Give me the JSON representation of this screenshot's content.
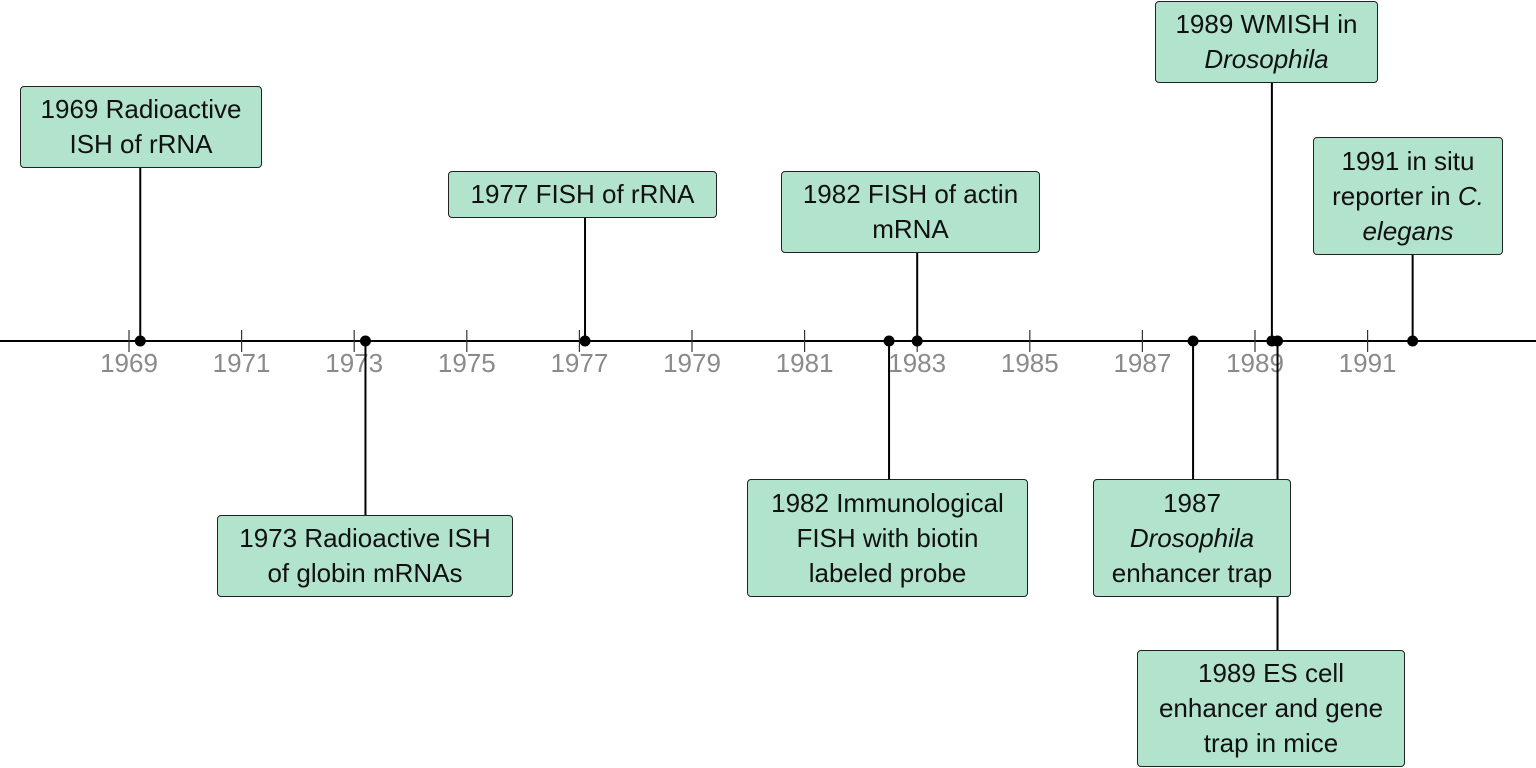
{
  "timeline": {
    "axis_color": "#000000",
    "tick_label_color": "#8a8a8a",
    "box_color": "#b2e3cc",
    "axis_range": [
      1967.0,
      1994.2
    ],
    "ticks": [
      "1969",
      "1971",
      "1973",
      "1975",
      "1977",
      "1979",
      "1981",
      "1983",
      "1985",
      "1987",
      "1989",
      "1991"
    ],
    "events": [
      {
        "id": "e1969",
        "year": 1969.2,
        "side": "above",
        "parts": [
          {
            "t": "1969 Radioactive ISH of rRNA",
            "i": false
          }
        ]
      },
      {
        "id": "e1973",
        "year": 1973.2,
        "side": "below",
        "parts": [
          {
            "t": "1973 Radioactive ISH of globin mRNAs",
            "i": false
          }
        ]
      },
      {
        "id": "e1977",
        "year": 1977.1,
        "side": "above",
        "parts": [
          {
            "t": "1977 FISH of rRNA",
            "i": false
          }
        ]
      },
      {
        "id": "e1982a",
        "year": 1983.0,
        "side": "above",
        "parts": [
          {
            "t": "1982 FISH of actin mRNA",
            "i": false
          }
        ]
      },
      {
        "id": "e1982b",
        "year": 1982.5,
        "side": "below",
        "parts": [
          {
            "t": "1982 Immunological FISH with biotin labeled probe",
            "i": false
          }
        ]
      },
      {
        "id": "e1987",
        "year": 1987.9,
        "side": "below",
        "parts": [
          {
            "t": "1987 ",
            "i": false
          },
          {
            "t": "Drosophila",
            "i": true
          },
          {
            "t": " enhancer trap",
            "i": false
          }
        ]
      },
      {
        "id": "e1989a",
        "year": 1989.3,
        "side": "above",
        "parts": [
          {
            "t": "1989 WMISH in ",
            "i": false
          },
          {
            "t": "Drosophila",
            "i": true
          }
        ]
      },
      {
        "id": "e1989b",
        "year": 1989.4,
        "side": "below",
        "parts": [
          {
            "t": "1989 ES cell enhancer and gene trap in mice",
            "i": false
          }
        ]
      },
      {
        "id": "e1991",
        "year": 1991.8,
        "side": "above",
        "parts": [
          {
            "t": "1991 in situ reporter in ",
            "i": false
          },
          {
            "t": "C. elegans",
            "i": true
          }
        ]
      }
    ]
  }
}
